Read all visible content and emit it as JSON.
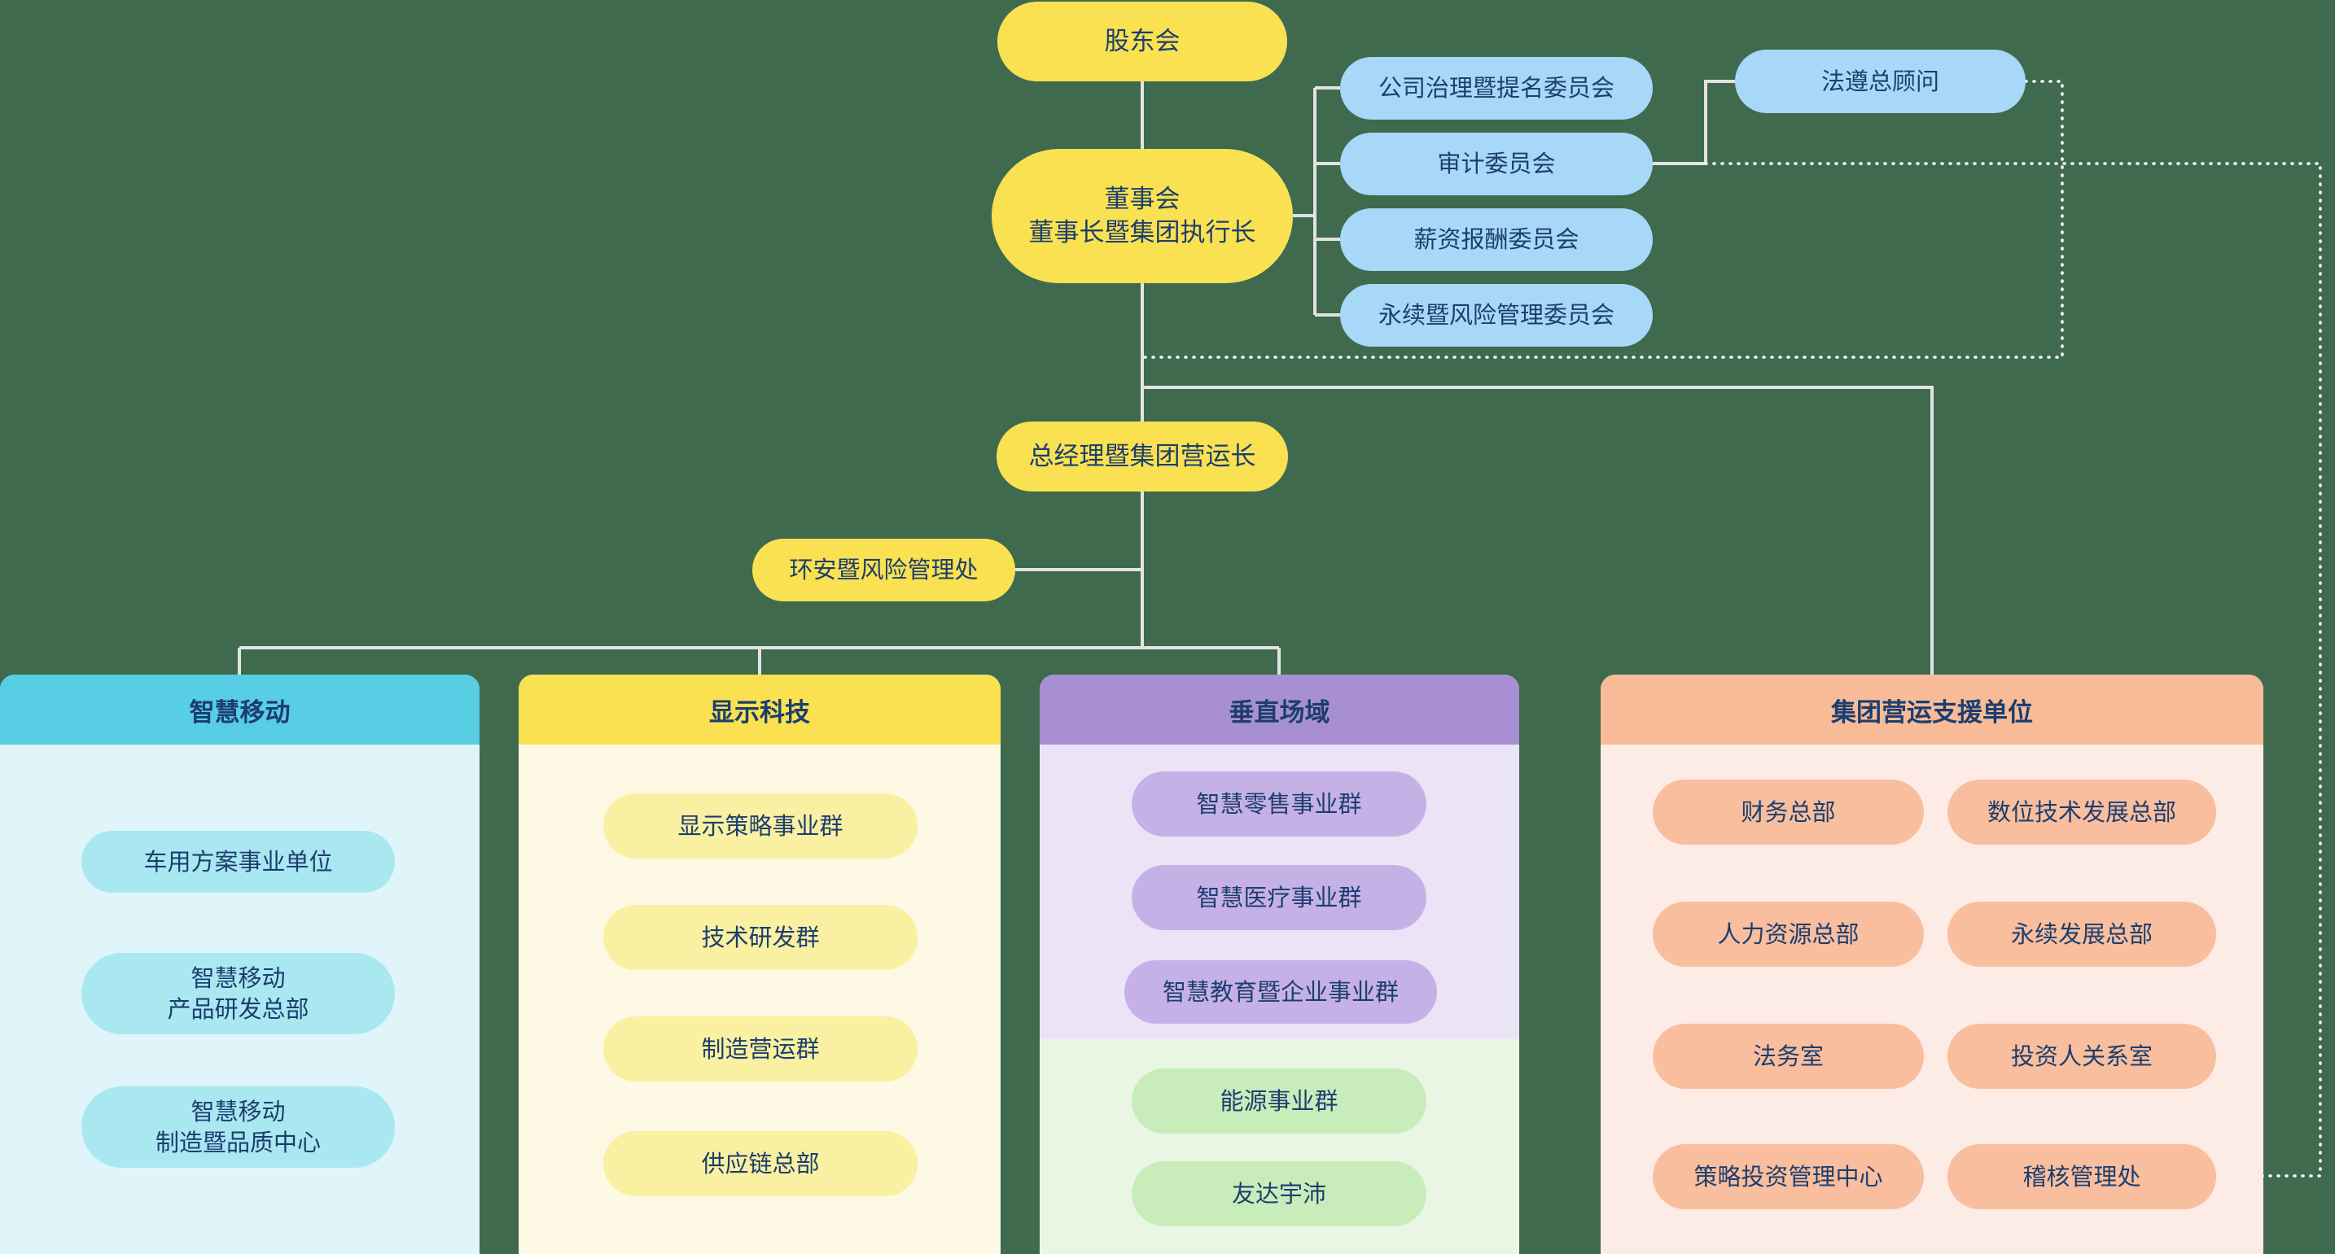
{
  "colors": {
    "bg": "#3f6a4e",
    "ink": "#1c3e6e",
    "yellow": "#f9e152",
    "blue": "#a8d8f8",
    "cyan_header": "#57cee4",
    "cyan_body": "#dff5fa",
    "cyan_pill": "#a9e7f1",
    "yellow_body": "#fdf9e4",
    "yellow_pill": "#faf0a2",
    "purple_header": "#a88fd3",
    "purple_body": "#ebe4f6",
    "purple_pill": "#c6b1e7",
    "green_body": "#e8f6e3",
    "green_pill": "#c8edbb",
    "salmon_header": "#f8bb98",
    "salmon_body": "#fdebe5",
    "salmon_pill": "#f9be9e",
    "line": "#e3e3e3",
    "dotted": "#ffffff"
  },
  "nodes": {
    "shareholders": "股东会",
    "board": "董事会\n董事长暨集团执行长",
    "coo": "总经理暨集团营运长",
    "ehs": "环安暨风险管理处",
    "compliance": "法遵总顾问"
  },
  "committees": [
    "公司治理暨提名委员会",
    "审计委员会",
    "薪资报酬委员会",
    "永续暨风险管理委员会"
  ],
  "groups": [
    {
      "title": "智慧移动",
      "items": [
        "车用方案事业单位",
        "智慧移动\n产品研发总部",
        "智慧移动\n制造暨品质中心"
      ]
    },
    {
      "title": "显示科技",
      "items": [
        "显示策略事业群",
        "技术研发群",
        "制造营运群",
        "供应链总部"
      ]
    },
    {
      "title": "垂直场域",
      "items": [
        "智慧零售事业群",
        "智慧医疗事业群",
        "智慧教育暨企业事业群"
      ],
      "sub_items": [
        "能源事业群",
        "友达宇沛"
      ]
    },
    {
      "title": "集团营运支援单位",
      "items": [
        "财务总部",
        "数位技术发展总部",
        "人力资源总部",
        "永续发展总部",
        "法务室",
        "投资人关系室",
        "策略投资管理中心",
        "稽核管理处"
      ]
    }
  ]
}
